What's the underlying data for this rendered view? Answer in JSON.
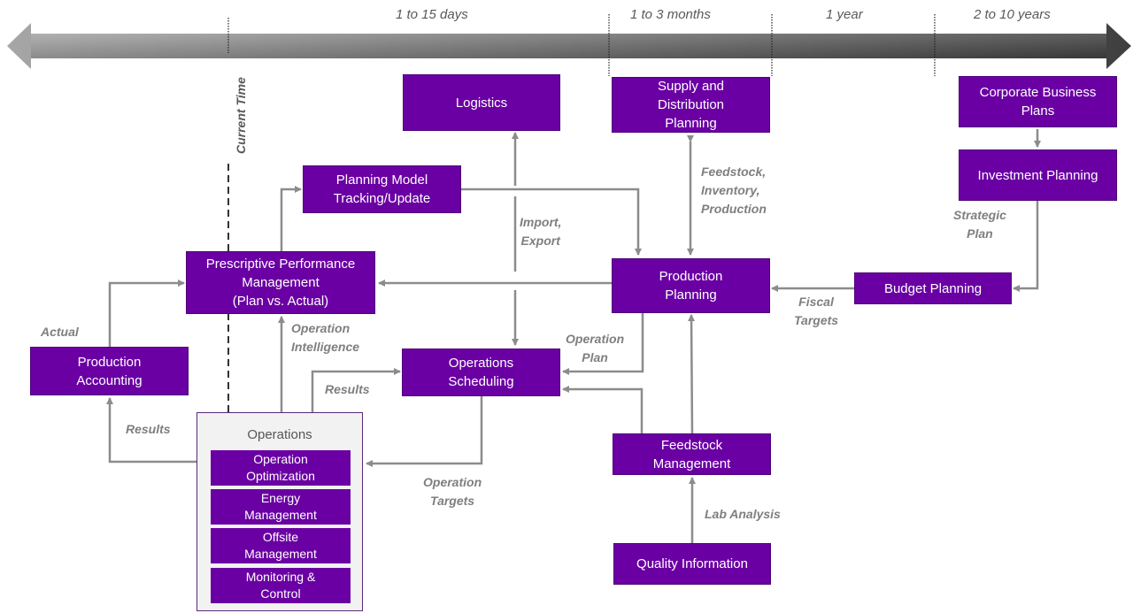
{
  "timeline": {
    "segments": [
      "1 to 15 days",
      "1 to 3 months",
      "1 year",
      "2 to 10 years"
    ],
    "current_time_label": "Current Time"
  },
  "nodes": {
    "logistics": "Logistics",
    "supply_distribution": "Supply and\nDistribution\nPlanning",
    "corporate_business_plans": "Corporate Business\nPlans",
    "investment_planning": "Investment Planning",
    "planning_model": "Planning Model\nTracking/Update",
    "prescriptive_performance": "Prescriptive Performance\nManagement\n(Plan vs. Actual)",
    "production_planning": "Production\nPlanning",
    "budget_planning": "Budget Planning",
    "production_accounting": "Production\nAccounting",
    "operations_scheduling": "Operations\nScheduling",
    "feedstock_management": "Feedstock\nManagement",
    "quality_information": "Quality Information"
  },
  "operations": {
    "title": "Operations",
    "items": [
      "Operation\nOptimization",
      "Energy\nManagement",
      "Offsite\nManagement",
      "Monitoring &\nControl"
    ]
  },
  "edge_labels": {
    "feedstock_inventory_production": "Feedstock,\nInventory,\nProduction",
    "import_export": "Import,\nExport",
    "strategic_plan": "Strategic\nPlan",
    "fiscal_targets": "Fiscal\nTargets",
    "actual": "Actual",
    "operation_intelligence": "Operation\nIntelligence",
    "results_scheduling": "Results",
    "results_accounting": "Results",
    "operation_plan": "Operation\nPlan",
    "operation_targets": "Operation\nTargets",
    "lab_analysis": "Lab Analysis"
  },
  "colors": {
    "node_fill": "#6a00a3",
    "arrow": "#8c8c8c",
    "label": "#7f7f7f"
  }
}
